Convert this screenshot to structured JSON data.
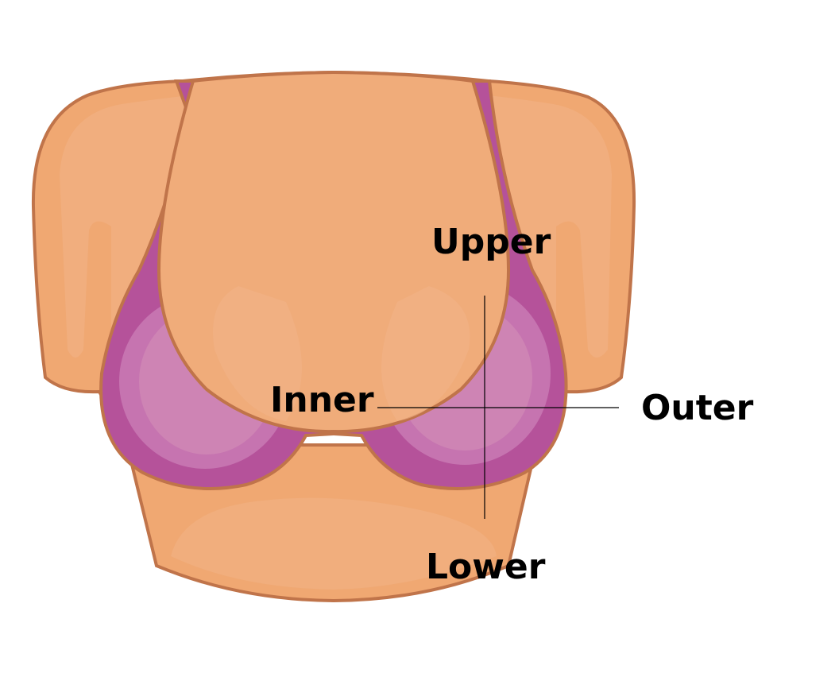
{
  "labels": {
    "upper": "Upper",
    "inner": "Inner",
    "outer": "Outer",
    "lower": "Lower"
  },
  "colors": {
    "skin": "#F0A872",
    "skin_light": "#F2B387",
    "skin_shadow": "#E49B68",
    "outline": "#C0744A",
    "bra": "#B5529A",
    "bra_light": "#C878B2",
    "axis_line": "#000000"
  }
}
